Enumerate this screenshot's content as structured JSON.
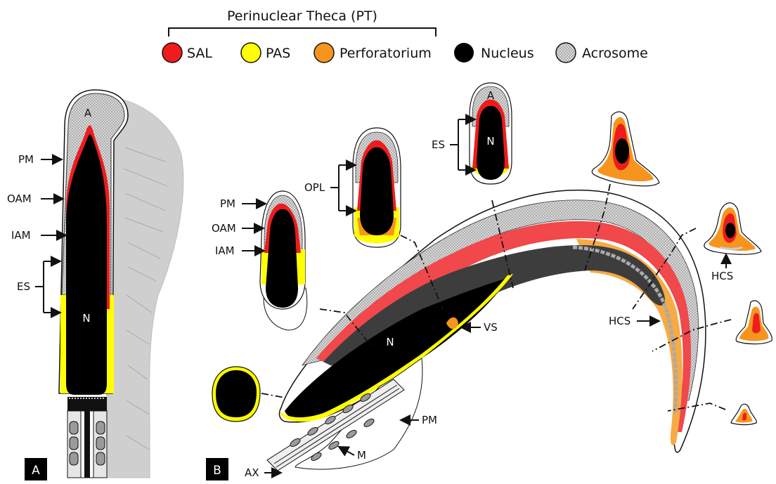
{
  "legend": {
    "bracket_title": "Perinuclear Theca (PT)",
    "items": [
      {
        "label": "SAL",
        "color": "#ee1c1c",
        "icon": "red-circle"
      },
      {
        "label": "PAS",
        "color": "#ffff00",
        "icon": "yellow-circle"
      },
      {
        "label": "Perforatorium",
        "color": "#f7941d",
        "icon": "orange-circle"
      },
      {
        "label": "Nucleus",
        "color": "#000000",
        "icon": "black-circle"
      },
      {
        "label": "Acrosome",
        "color": "#c8c8c8",
        "icon": "dotted-gray-circle"
      }
    ]
  },
  "panel_a": {
    "badge": "A",
    "labels": {
      "acrosome": "A",
      "nucleus": "N",
      "pm": "PM",
      "oam": "OAM",
      "iam": "IAM",
      "es": "ES"
    }
  },
  "panel_b": {
    "badge": "B",
    "labels": {
      "pm_small": "PM",
      "oam_small": "OAM",
      "iam_small": "IAM",
      "opl": "OPL",
      "es_top": "ES",
      "acrosome_top": "A",
      "nucleus_top": "N",
      "nucleus_main": "N",
      "vs": "VS",
      "hcs_main": "HCS",
      "hcs_right": "HCS",
      "pm_tail": "PM",
      "m": "M",
      "ax": "AX"
    }
  },
  "colors": {
    "sal": "#ee1c1c",
    "pas": "#ffff00",
    "perforatorium": "#f7941d",
    "nucleus": "#000000",
    "acrosome": "#c8c8c8",
    "rodent_nucleus": "#3d3d3d",
    "rodent_sal": "#f0484b",
    "rodent_perf": "#f6ab45"
  }
}
